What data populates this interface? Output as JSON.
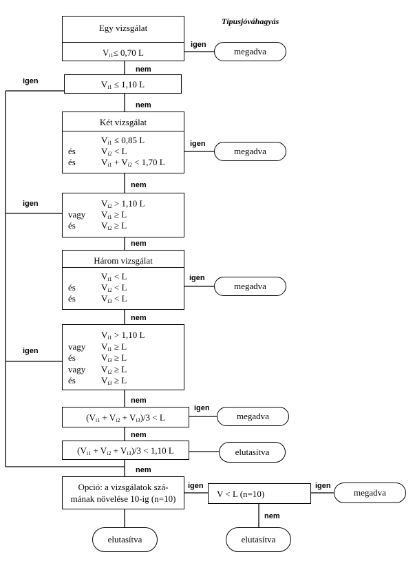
{
  "title": "Típusjóváhagyás",
  "box1": {
    "header": "Egy vizsgálat",
    "cond": "V<sub>i1</sub>≤ 0,70 L"
  },
  "box2": {
    "cond": "V<sub>i1</sub> ≤ 1,10 L"
  },
  "box3": {
    "header": "Két vizsgálat",
    "rows": [
      {
        "conj": "",
        "cond": "V<sub>i1</sub> ≤ 0,85 L"
      },
      {
        "conj": "és",
        "cond": "V<sub>i2</sub> &lt; L"
      },
      {
        "conj": "és",
        "cond": "V<sub>i1</sub> + V<sub>i2</sub> &lt; 1,70 L"
      }
    ]
  },
  "box4": {
    "rows": [
      {
        "conj": "",
        "cond": "V<sub>i2</sub> &gt; 1,10 L"
      },
      {
        "conj": "vagy",
        "cond": "V<sub>i1</sub> ≥ L"
      },
      {
        "conj": "és",
        "cond": "V<sub>i2</sub> ≥ L"
      }
    ]
  },
  "box5": {
    "header": "Három vizsgálat",
    "rows": [
      {
        "conj": "",
        "cond": "V<sub>i1</sub> &lt; L"
      },
      {
        "conj": "és",
        "cond": "V<sub>i2</sub> &lt; L"
      },
      {
        "conj": "és",
        "cond": "V<sub>i3</sub> &lt; L"
      }
    ]
  },
  "box6": {
    "rows": [
      {
        "conj": "",
        "cond": "V<sub>i1</sub> &gt; 1,10 L"
      },
      {
        "conj": "vagy",
        "cond": "V<sub>i1</sub> ≥ L"
      },
      {
        "conj": "és",
        "cond": "V<sub>i3</sub> ≥ L"
      },
      {
        "conj": "vagy",
        "cond": "V<sub>i2</sub> ≥ L"
      },
      {
        "conj": "és",
        "cond": "V<sub>i3</sub> ≥ L"
      }
    ]
  },
  "box7": {
    "cond": "(V<sub>i1</sub> + V<sub>i2</sub> + V<sub>i3</sub>)/3 &lt; L"
  },
  "box8": {
    "cond": "(V<sub>i1</sub> + V<sub>i2</sub> + V<sub>i3</sub>)/3 &lt; 1,10 L"
  },
  "box9": {
    "line1": "Opció: a vizsgálatok szá-",
    "line2": "mának növelése 10-ig (n=10)"
  },
  "box10": {
    "cond": "V &lt; L (n=10)"
  },
  "outcomes": {
    "approved": "megadva",
    "rejected": "elutasítva"
  },
  "labels": {
    "yes": "igen",
    "no": "nem"
  }
}
